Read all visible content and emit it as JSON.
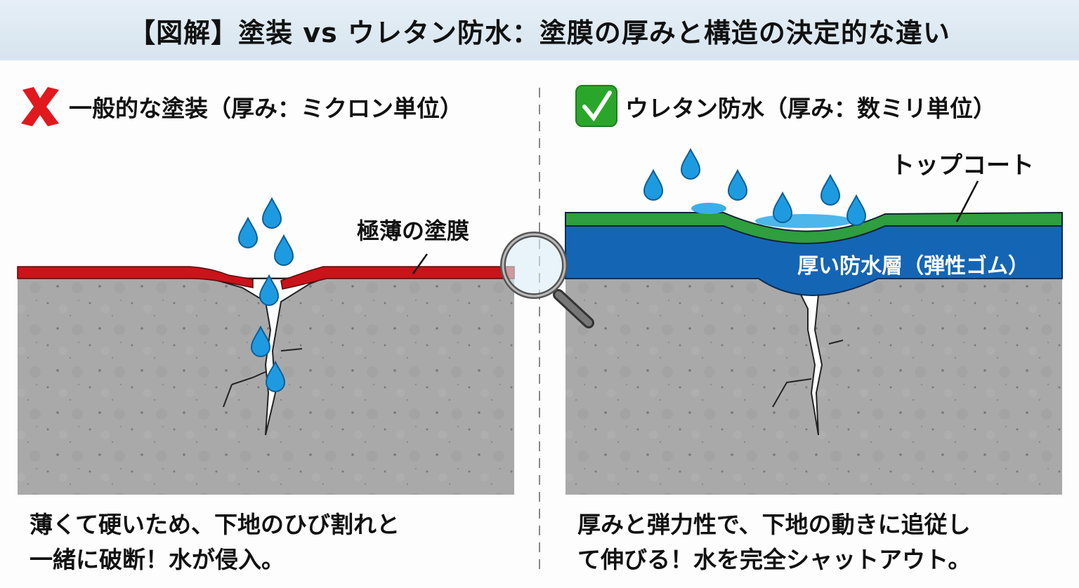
{
  "title": "【図解】塗装 vs ウレタン防水：塗膜の厚みと構造の決定的な違い",
  "left": {
    "icon": "cross-mark-icon",
    "heading": "一般的な塗装（厚み：ミクロン単位）",
    "film_label": "極薄の塗膜",
    "caption_line1": "薄くて硬いため、下地のひび割れと",
    "caption_line2": "一緒に破断！水が侵入。"
  },
  "right": {
    "icon": "check-mark-icon",
    "heading": "ウレタン防水（厚み：数ミリ単位）",
    "topcoat_label": "トップコート",
    "layer_label": "厚い防水層（弾性ゴム）",
    "caption_line1": "厚みと弾力性で、下地の動きに追従し",
    "caption_line2": "て伸びる！水を完全シャットアウト。"
  },
  "colors": {
    "title_band": "#dce8f2",
    "thin_film": "#c8141a",
    "topcoat": "#2e9e3e",
    "waterproof_layer": "#1565b5",
    "water": "#1e9be0",
    "concrete": "#a8a8a8",
    "cross": "#e0191e",
    "check": "#2aa72a"
  }
}
